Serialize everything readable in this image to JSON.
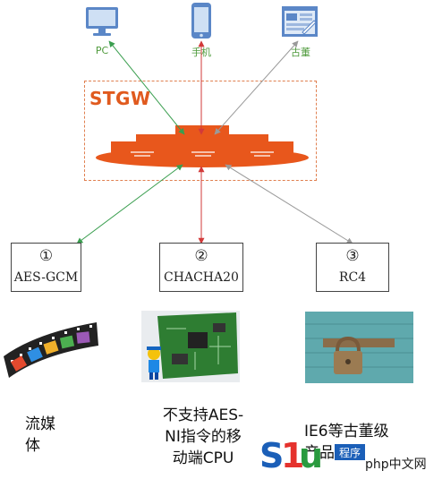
{
  "clients": {
    "pc": {
      "label": "PC",
      "icon": "monitor-icon"
    },
    "mobile": {
      "label": "手机",
      "icon": "phone-icon"
    },
    "legacy": {
      "label": "古董",
      "icon": "old-window-icon"
    }
  },
  "gateway": {
    "title": "STGW"
  },
  "algorithms": [
    {
      "number": "①",
      "name": "AES-GCM"
    },
    {
      "number": "②",
      "name": "CHACHA20"
    },
    {
      "number": "③",
      "name": "RC4"
    }
  ],
  "captions": [
    "流媒\n体",
    "不支持AES-\nNI指令的移\n动端CPU",
    "IE6等古董级\n产品"
  ],
  "watermark": {
    "text": "php中文网"
  },
  "colors": {
    "green": "#3a9e4f",
    "red": "#d23a3a",
    "gray": "#9a9a9a",
    "orange": "#e8571c",
    "dash": "#e08050"
  }
}
